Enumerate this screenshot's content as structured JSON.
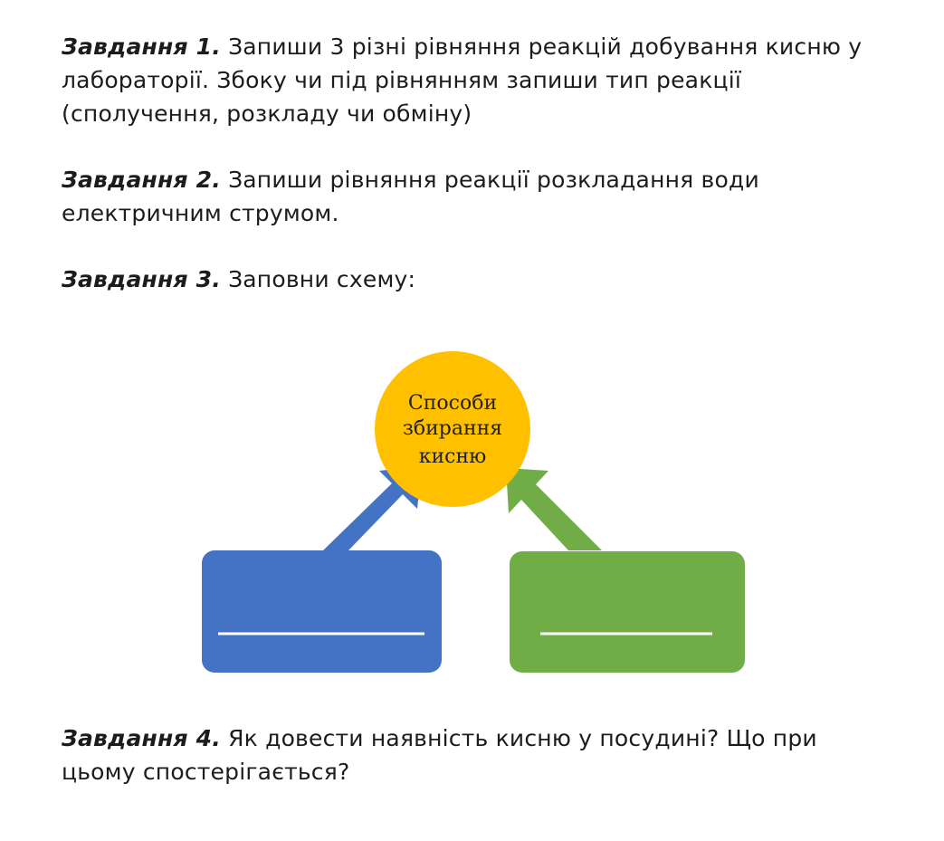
{
  "tasks": [
    {
      "title": "Завдання 1.",
      "text": "Запиши 3 різні рівняння реакцій добування кисню у лабораторії. Збоку чи під рівнянням запиши тип реакції (сполучення, розкладу чи обміну)"
    },
    {
      "title": "Завдання 2.",
      "text": "Запиши рівняння реакції розкладання води електричним струмом."
    },
    {
      "title": "Завдання 3.",
      "text": "Заповни схему:"
    },
    {
      "title": "Завдання 4.",
      "text": "Як довести наявність кисню у посудині? Що при цьому спостерігається?"
    }
  ],
  "diagram": {
    "center": {
      "lines": [
        "Способи",
        "збирання",
        "кисню"
      ],
      "color": "#ffc000"
    },
    "left_box_color": "#4472c4",
    "right_box_color": "#70ad47",
    "blank_color": "#ffffff"
  }
}
